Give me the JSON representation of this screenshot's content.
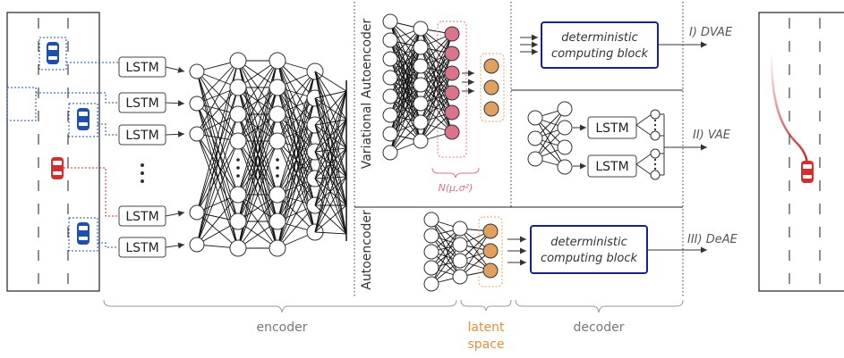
{
  "encoder": {
    "lstm_labels": [
      "LSTM",
      "LSTM",
      "LSTM",
      "LSTM",
      "LSTM"
    ]
  },
  "vae": {
    "section_label": "Variational Autoencoder",
    "distribution_label": "N(μ,σ²)",
    "lstm_labels": [
      "LSTM",
      "LSTM"
    ]
  },
  "ae": {
    "section_label": "Autoencoder"
  },
  "blocks": {
    "dvae_line1": "deterministic",
    "dvae_line2": "computing block",
    "deae_line1": "deterministic",
    "deae_line2": "computing block"
  },
  "outputs": {
    "dvae": "I) DVAE",
    "vae": "II) VAE",
    "deae": "III) DeAE"
  },
  "bottom_labels": {
    "encoder": "encoder",
    "latent_line1": "latent",
    "latent_line2": "space",
    "decoder": "decoder"
  },
  "colors": {
    "ego_vehicle": "#d32f2f",
    "other_vehicle": "#1f4fa8",
    "latent_node": "#e0a060",
    "distribution_node": "#d9748a",
    "block_border": "#1a237e",
    "distribution_label": "#e07080",
    "latent_label": "#e09040",
    "bottom_label": "#777777"
  }
}
